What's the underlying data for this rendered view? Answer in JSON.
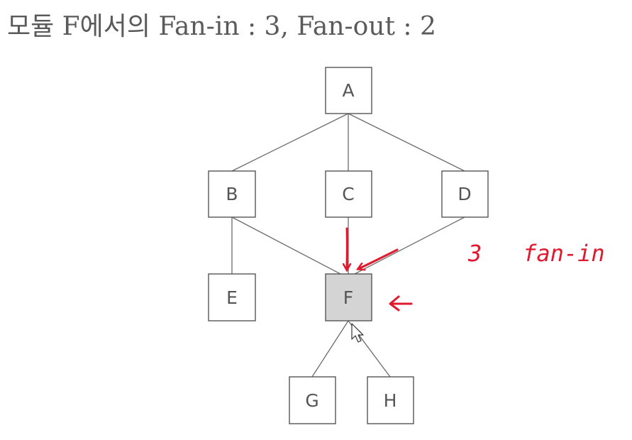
{
  "title": "모듈 F에서의 Fan-in : 3, Fan-out : 2",
  "nodes": {
    "A": "A",
    "B": "B",
    "C": "C",
    "D": "D",
    "E": "E",
    "F": "F",
    "G": "G",
    "H": "H"
  },
  "edges": [
    [
      "A",
      "B"
    ],
    [
      "A",
      "C"
    ],
    [
      "A",
      "D"
    ],
    [
      "B",
      "E"
    ],
    [
      "B",
      "F"
    ],
    [
      "C",
      "F"
    ],
    [
      "D",
      "F"
    ],
    [
      "F",
      "G"
    ],
    [
      "F",
      "H"
    ]
  ],
  "highlighted_node": "F",
  "annotation": {
    "handwritten_text": "3   fan-in"
  },
  "colors": {
    "annotation": "#e01a2e",
    "highlight_fill": "#d4d4d4",
    "title": "#5a5a5a"
  },
  "icons": [
    "mouse-cursor-icon"
  ]
}
